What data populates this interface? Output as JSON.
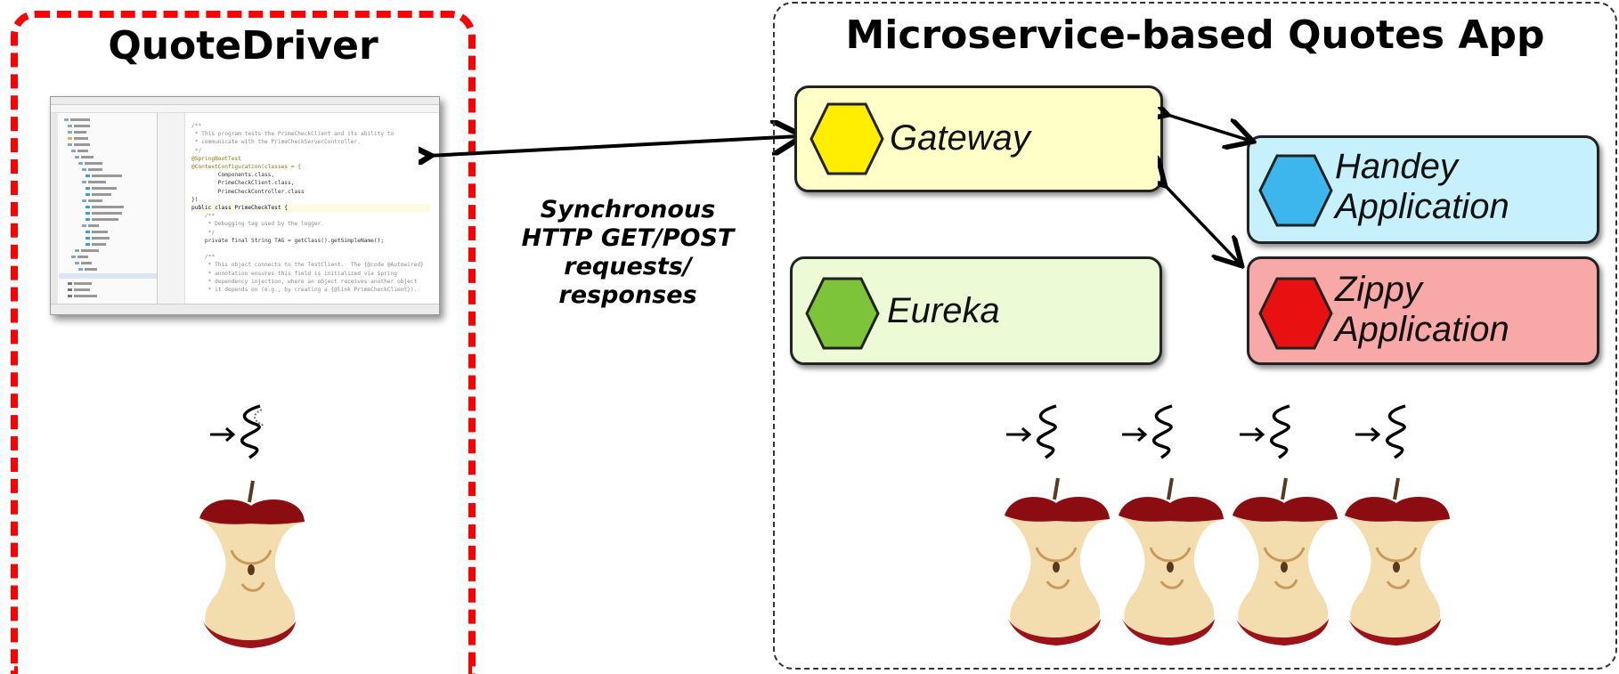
{
  "left_panel": {
    "title": "QuoteDriver",
    "border_color": "#ff0000",
    "ide_code_lines": [
      "/**",
      " * This program tests the PrimeCheckClient and its ability to",
      " * communicate with the PrimeCheckServerController.",
      " */",
      "@SpringBootTest",
      "@ContextConfiguration(classes = {",
      "        Components.class,",
      "        PrimeCheckClient.class,",
      "        PrimeCheckController.class",
      "})",
      "public class PrimeCheckTest {",
      "    /**",
      "     * Debugging tag used by the logger.",
      "     */",
      "    private final String TAG = getClass().getSimpleName();",
      "",
      "    /**",
      "     * This object connects to the TestClient.  The {@code @Autowired}",
      "     * annotation ensures this field is initialized via Spring",
      "     * dependency injection, where an object receives another object",
      "     * it depends on (e.g., by creating a {@link PrimeCheckClient})."
    ]
  },
  "arrow_label": [
    "Synchronous",
    "HTTP GET/POST",
    "requests/",
    "responses"
  ],
  "right_panel": {
    "title": "Microservice-based Quotes App",
    "services": [
      {
        "id": "gateway",
        "label": "Gateway",
        "fill": "#ffffc8",
        "hex": "#ffee00"
      },
      {
        "id": "handey",
        "label": "Handey Application",
        "fill": "#c6f0fb",
        "hex": "#3db6ee"
      },
      {
        "id": "eureka",
        "label": "Eureka",
        "fill": "#ecfbd6",
        "hex": "#7dc43a"
      },
      {
        "id": "zippy",
        "label": "Zippy Application",
        "fill": "#f8a8a6",
        "hex": "#e81010"
      }
    ]
  }
}
